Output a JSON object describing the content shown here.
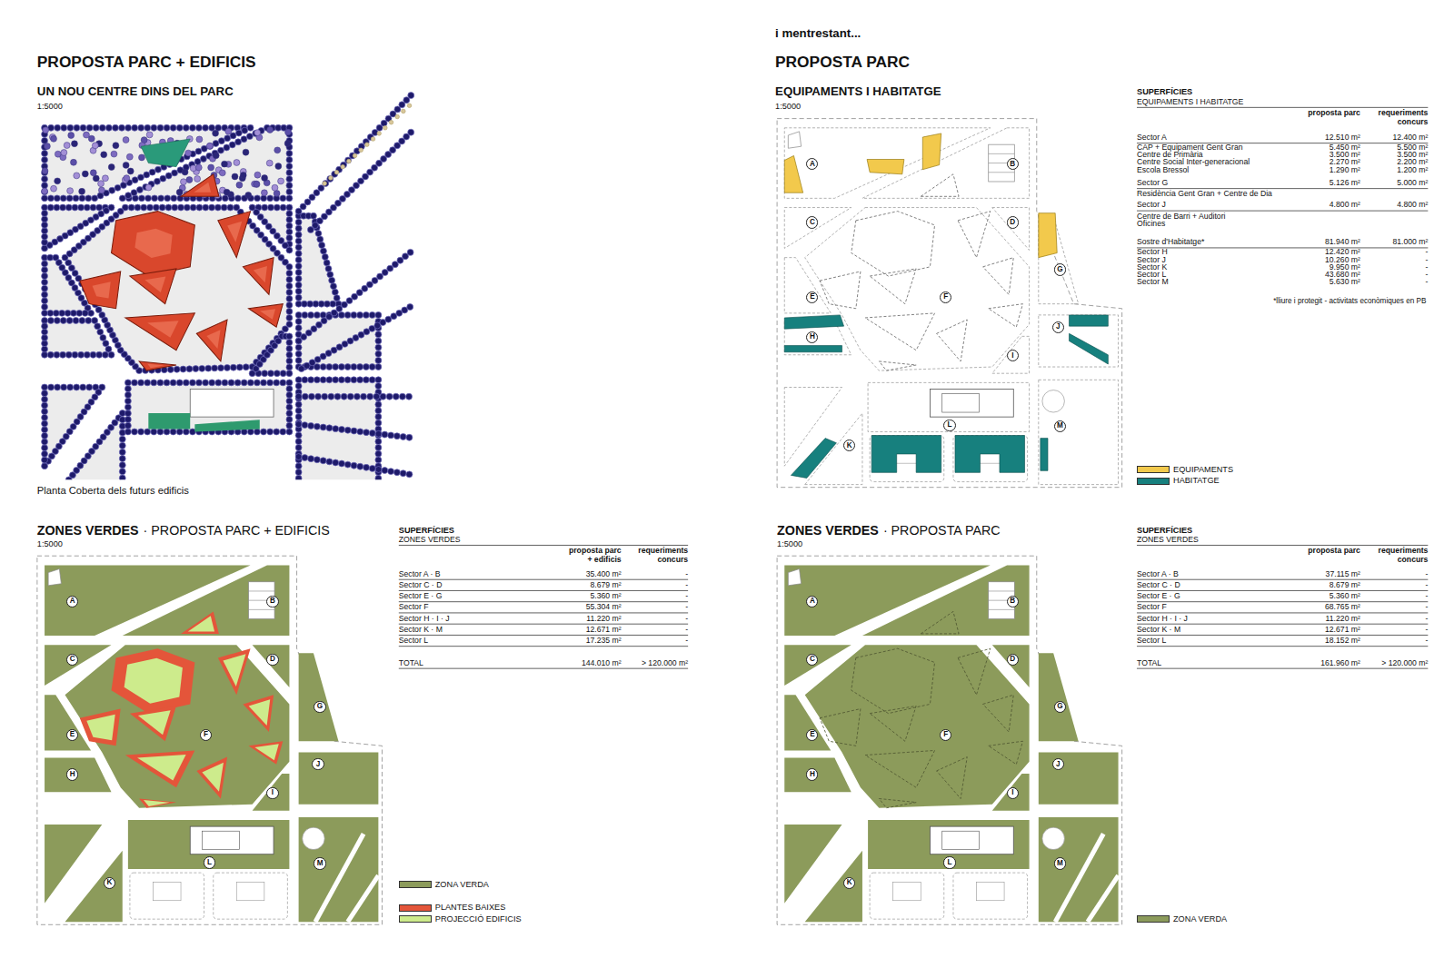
{
  "diagram": {
    "nodes": [
      {
        "text": [
          "A"
        ]
      },
      {
        "text": [
          "B"
        ]
      },
      {
        "text": [
          "C"
        ]
      },
      {
        "text": [
          "D"
        ]
      },
      {
        "text": [
          "E"
        ]
      },
      {
        "text": [
          "F"
        ]
      },
      {
        "text": [
          "G"
        ]
      },
      {
        "text": [
          "H"
        ]
      },
      {
        "text": [
          "I"
        ]
      },
      {
        "text": [
          "J"
        ]
      },
      {
        "text": [
          "K"
        ]
      },
      {
        "text": [
          "L"
        ]
      },
      {
        "text": [
          "M"
        ]
      },
      {
        "text": [
          "A"
        ]
      },
      {
        "text": [
          "B"
        ]
      },
      {
        "text": [
          "C"
        ]
      },
      {
        "text": [
          "D"
        ]
      },
      {
        "text": [
          "E"
        ]
      },
      {
        "text": [
          "F"
        ]
      },
      {
        "text": [
          "G"
        ]
      },
      {
        "text": [
          "H"
        ]
      },
      {
        "text": [
          "I"
        ]
      },
      {
        "text": [
          "J"
        ]
      },
      {
        "text": [
          "K"
        ]
      },
      {
        "text": [
          "L"
        ]
      },
      {
        "text": [
          "M"
        ]
      },
      {
        "text": [
          "A"
        ]
      },
      {
        "text": [
          "B"
        ]
      },
      {
        "text": [
          "C"
        ]
      },
      {
        "text": [
          "D"
        ]
      },
      {
        "text": [
          "E"
        ]
      },
      {
        "text": [
          "F"
        ]
      },
      {
        "text": [
          "G"
        ]
      },
      {
        "text": [
          "H"
        ]
      },
      {
        "text": [
          "I"
        ]
      },
      {
        "text": [
          "J"
        ]
      },
      {
        "text": [
          "K"
        ]
      },
      {
        "text": [
          "L"
        ]
      },
      {
        "text": [
          "M"
        ]
      }
    ],
    "labels": [
      "PROPOSTA PARC + EDIFICIS",
      "UN NOU CENTRE DINS DEL PARC",
      "1:5000",
      "Planta Coberta dels futurs edificis",
      "i mentrestant...",
      "PROPOSTA PARC",
      "EQUIPAMENTS I HABITATGE",
      "1:5000",
      "SUPERFÍCIES",
      "EQUIPAMENTS I HABITATGE",
      "proposta parc",
      "requeriments concurs",
      "Sector A",
      "12.510 m²",
      "12.400 m²",
      "CAP + Equipament Gent Gran",
      "5.450 m²",
      "5.500 m²",
      "Centre de Primària",
      "3.500 m²",
      "3.500 m²",
      "Centre Social Inter-generacional",
      "2.270 m²",
      "2.200 m²",
      "Escola Bressol",
      "1.290 m²",
      "1.200 m²",
      "Sector G",
      "5.126 m²",
      "5.000 m²",
      "Residència Gent Gran + Centre de Dia",
      "Sector J",
      "4.800 m²",
      "4.800 m²",
      "Centre de Barri + Auditori",
      "Oficines",
      "Sostre d'Habitatge*",
      "81.940 m²",
      "81.000 m²",
      "Sector H",
      "12.420 m²",
      "-",
      "Sector J",
      "10.260 m²",
      "-",
      "Sector K",
      "9.950 m²",
      "-",
      "Sector L",
      "43.680 m²",
      "-",
      "Sector M",
      "5.630 m²",
      "-",
      "*lliure i protegit - activitats econòmiques en PB",
      "ZONES VERDES",
      "· PROPOSTA PARC + EDIFICIS",
      "1:5000",
      "SUPERFÍCIES",
      "ZONES VERDES",
      "proposta parc + edificis",
      "requeriments concurs",
      "Sector A · B",
      "35.400 m²",
      "-",
      "Sector C · D",
      "8.679 m²",
      "-",
      "Sector E · G",
      "5.360 m²",
      "-",
      "Sector F",
      "55.304 m²",
      "-",
      "Sector H · I · J",
      "11.220 m²",
      "-",
      "Sector K · M",
      "12.671 m²",
      "-",
      "Sector L",
      "17.235 m²",
      "-",
      "TOTAL",
      "144.010 m²",
      "> 120.000 m²",
      "ZONES VERDES",
      "· PROPOSTA PARC",
      "1:5000",
      "SUPERFÍCIES",
      "ZONES VERDES",
      "proposta parc",
      "requeriments concurs",
      "Sector A · B",
      "37.115 m²",
      "-",
      "Sector C · D",
      "8.679 m²",
      "-",
      "Sector E · G",
      "5.360 m²",
      "-",
      "Sector F",
      "68.765 m²",
      "-",
      "Sector H · I · J",
      "11.220 m²",
      "-",
      "Sector K · M",
      "12.671 m²",
      "-",
      "Sector L",
      "18.152 m²",
      "-",
      "TOTAL",
      "161.960 m²",
      "> 120.000 m²"
    ],
    "legend": [
      {
        "text": "EQUIPAMENTS",
        "color": "#f2c94c"
      },
      {
        "text": "HABITATGE",
        "color": "#17807e"
      },
      {
        "text": "ZONA VERDA",
        "color": "#8c9b5b"
      },
      {
        "text": "PLANTES BAIXES",
        "color": "#e4553a"
      },
      {
        "text": "PROJECCIÓ EDIFICIS",
        "color": "#cdeb8c"
      },
      {
        "text": "ZONA VERDA",
        "color": "#8c9b5b"
      }
    ]
  }
}
